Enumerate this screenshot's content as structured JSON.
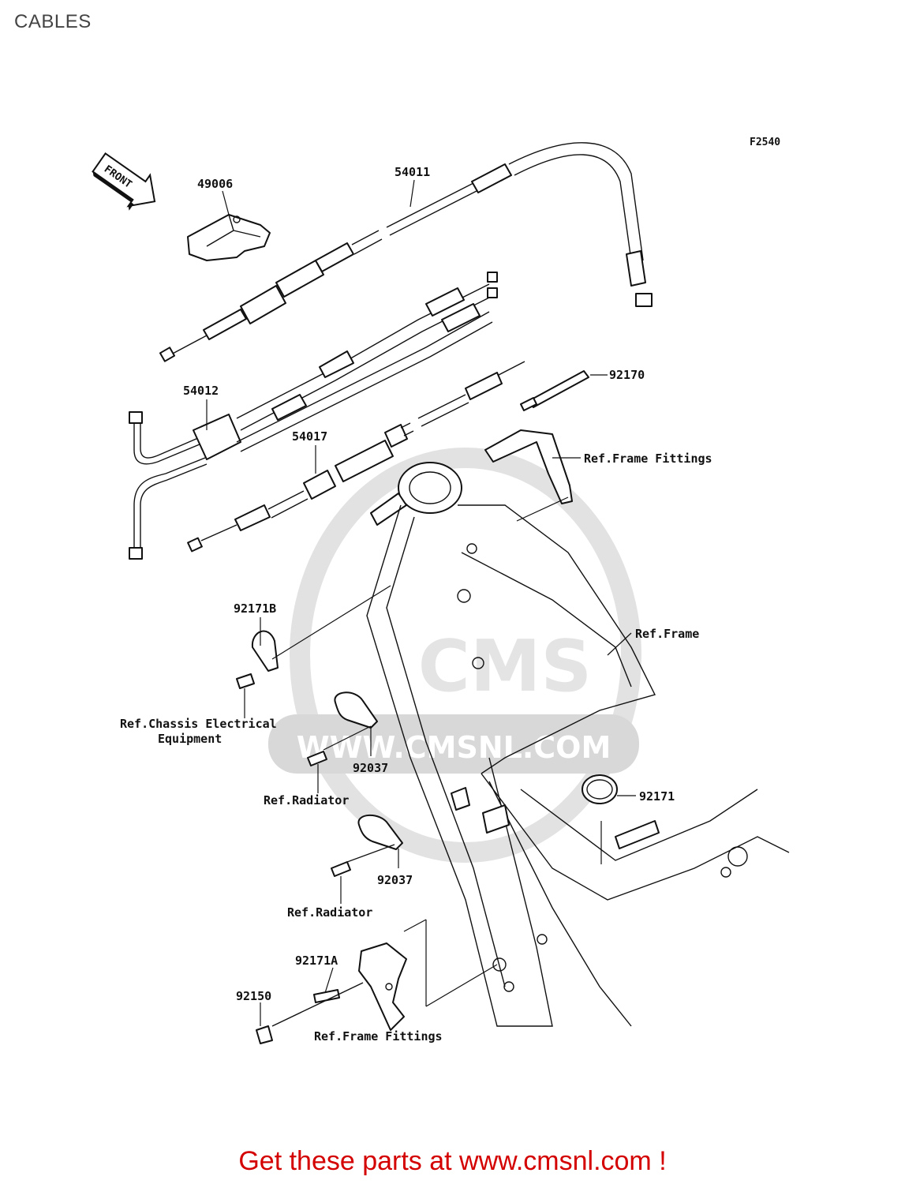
{
  "title": "CABLES",
  "figure_code": "F2540",
  "front_arrow_label": "FRONT",
  "watermark": {
    "brand": "CMS",
    "url": "WWW.CMSNL.COM"
  },
  "callouts": {
    "c49006": "49006",
    "c54011": "54011",
    "c54012": "54012",
    "c54017": "54017",
    "c92170": "92170",
    "ref_frame_fittings_top": "Ref.Frame Fittings",
    "ref_frame": "Ref.Frame",
    "c92171B": "92171B",
    "ref_chassis_line1": "Ref.Chassis Electrical",
    "ref_chassis_line2": "Equipment",
    "c92037_a": "92037",
    "ref_radiator_a": "Ref.Radiator",
    "c92171": "92171",
    "c92037_b": "92037",
    "ref_radiator_b": "Ref.Radiator",
    "c92171A": "92171A",
    "c92150": "92150",
    "ref_frame_fittings_bottom": "Ref.Frame Fittings"
  },
  "footer": {
    "text": "Get these parts at www.cmsnl.com !"
  }
}
